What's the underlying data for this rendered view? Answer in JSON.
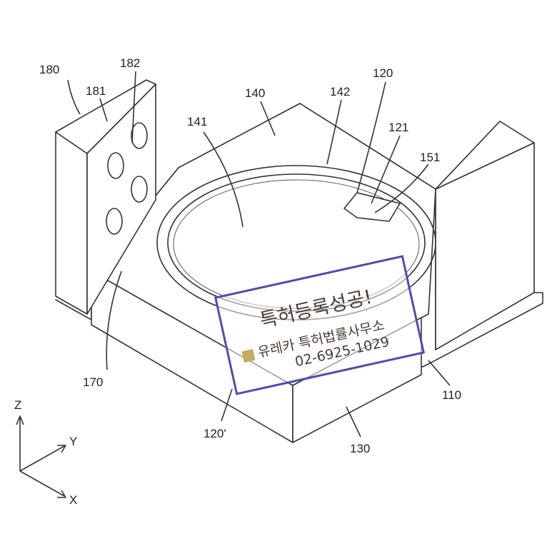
{
  "labels": {
    "l180": "180",
    "l181": "181",
    "l182": "182",
    "l140": "140",
    "l142": "142",
    "l120": "120",
    "l121": "121",
    "l151": "151",
    "l141": "141",
    "l170": "170",
    "l110": "110",
    "l130": "130",
    "l120p": "120'"
  },
  "axes": {
    "z": "Z",
    "y": "Y",
    "x": "X"
  },
  "stamp": {
    "headline": "특허등록성공!",
    "firm": "유레카 특허법률사무소",
    "phone": "02-6925-1029",
    "border_color": "#4a4fb0"
  }
}
